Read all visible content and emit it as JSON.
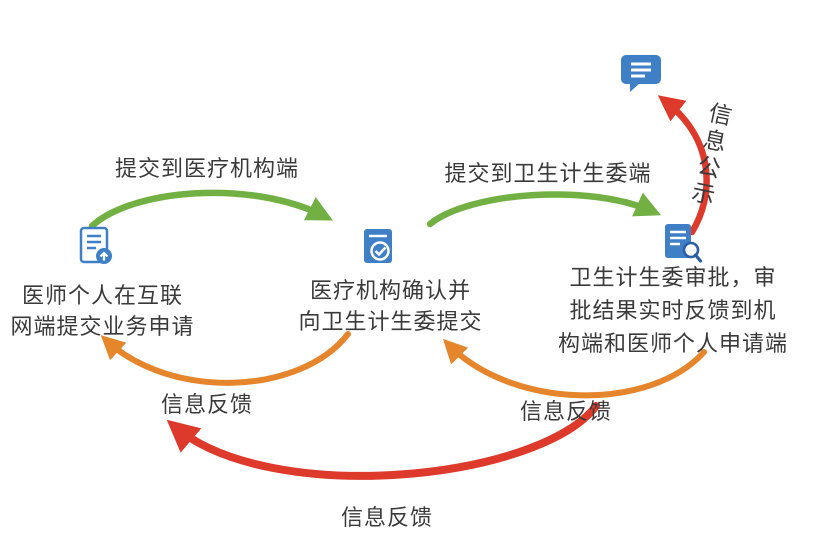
{
  "colors": {
    "green": "#72b043",
    "orange": "#e5862d",
    "red": "#dd3a2b",
    "blue": "#3e7fc6",
    "text": "#3a3a3a"
  },
  "nodes": {
    "applicant": {
      "icon": "document-submit-icon",
      "line1": "医师个人在互联",
      "line2": "网端提交业务申请"
    },
    "institution": {
      "icon": "document-check-icon",
      "line1": "医疗机构确认并",
      "line2": "向卫生计生委提交"
    },
    "commission": {
      "icon": "document-search-icon",
      "line1": "卫生计生委审批，审",
      "line2": "批结果实时反馈到机",
      "line3": "构端和医师个人申请端"
    },
    "publicity": {
      "icon": "chat-message-icon"
    }
  },
  "arrows": {
    "submit_to_institution": {
      "label": "提交到医疗机构端",
      "color_key": "green"
    },
    "submit_to_commission": {
      "label": "提交到卫生计生委端",
      "color_key": "green"
    },
    "info_publicity": {
      "label": "信息公示",
      "color_key": "red"
    },
    "feedback_institution_to_applicant": {
      "label": "信息反馈",
      "color_key": "orange"
    },
    "feedback_commission_to_institution": {
      "label": "信息反馈",
      "color_key": "orange"
    },
    "feedback_commission_to_applicant": {
      "label": "信息反馈",
      "color_key": "red"
    }
  }
}
